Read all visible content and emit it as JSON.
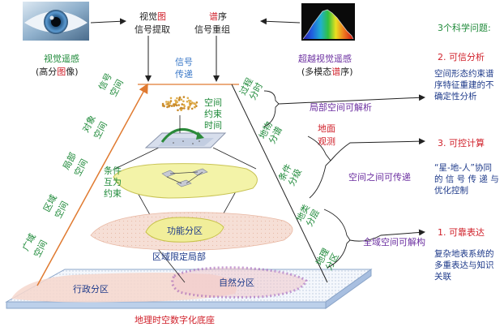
{
  "colors": {
    "green": "#1f8a3a",
    "purple": "#6b2fa0",
    "red": "#d0202a",
    "blue": "#3a78c8",
    "orange": "#e07a30",
    "navy": "#1e3a8a",
    "black": "#222222"
  },
  "top": {
    "visual_signal": {
      "line1_a": "视觉",
      "line1_b": "图",
      "line2": "信号提取"
    },
    "spectrum_signal": {
      "line1_a": "谱",
      "line1_b": "序",
      "line2": "信号重组"
    },
    "visual_perception": {
      "line1": "视觉遥感",
      "line2_a": "(高分",
      "line2_b": "图",
      "line2_c": "像)"
    },
    "beyond_perception": {
      "line1": "超越视觉遥感",
      "line2_a": "(多模态",
      "line2_b": "谱",
      "line2_c": "序)"
    },
    "signal_transfer": {
      "line1": "信号",
      "line2": "传递"
    }
  },
  "left_labels": {
    "signal_space": {
      "line1": "信号",
      "line2": "空间"
    },
    "object_space": {
      "line1": "对象",
      "line2": "空间"
    },
    "local_space": {
      "line1": "局部",
      "line2": "空间"
    },
    "regional_space": {
      "line1": "区域",
      "line2": "空间"
    },
    "wide_space": {
      "line1": "广域",
      "line2": "空间"
    }
  },
  "right_labels": {
    "process_time": {
      "line1": "过程",
      "line2": "分时"
    },
    "object_spectrum": {
      "line1": "地物",
      "line2": "分谱"
    },
    "condition_grade": {
      "line1": "条件",
      "line2": "分级"
    },
    "class_layer": {
      "line1": "地类",
      "line2": "分层"
    },
    "zone_region": {
      "line1": "地理",
      "line2": "分区"
    },
    "ground_observation": {
      "line1": "地面",
      "line2": "观测"
    }
  },
  "inner": {
    "spacetime_constraint": {
      "line1": "空间",
      "line2": "约束",
      "line3": "时间"
    },
    "mutual_constraint": {
      "line1": "条件",
      "line2": "互为",
      "line3": "约束"
    },
    "functional_zone": "功能分区",
    "region_limited_local": "区域限定局部",
    "admin_zone": "行政分区",
    "natural_zone": "自然分区",
    "base": "地理时空数字化底座"
  },
  "arrows": {
    "local_interpretable": "局部空间可解析",
    "transferable": "空间之间可传递",
    "global_interpretable": "全域空间可解构"
  },
  "right_panel": {
    "title": "3个科学问题:",
    "q2": {
      "title": "2. 可信分析",
      "desc": [
        "空间形态约束谱",
        "序特征重建的不",
        "确定性分析"
      ]
    },
    "q3": {
      "title": "3. 可控计算",
      "desc": [
        "“星-地-人”协同",
        "的 信 号 传 递 与",
        "优化控制"
      ]
    },
    "q1": {
      "title": "1. 可靠表达",
      "desc": [
        "复杂地表系统的",
        "多重表达与知识",
        "关联"
      ]
    }
  },
  "icons": {
    "eye": "eye-photo-icon",
    "spectrum": "spectrum-curve-icon"
  }
}
